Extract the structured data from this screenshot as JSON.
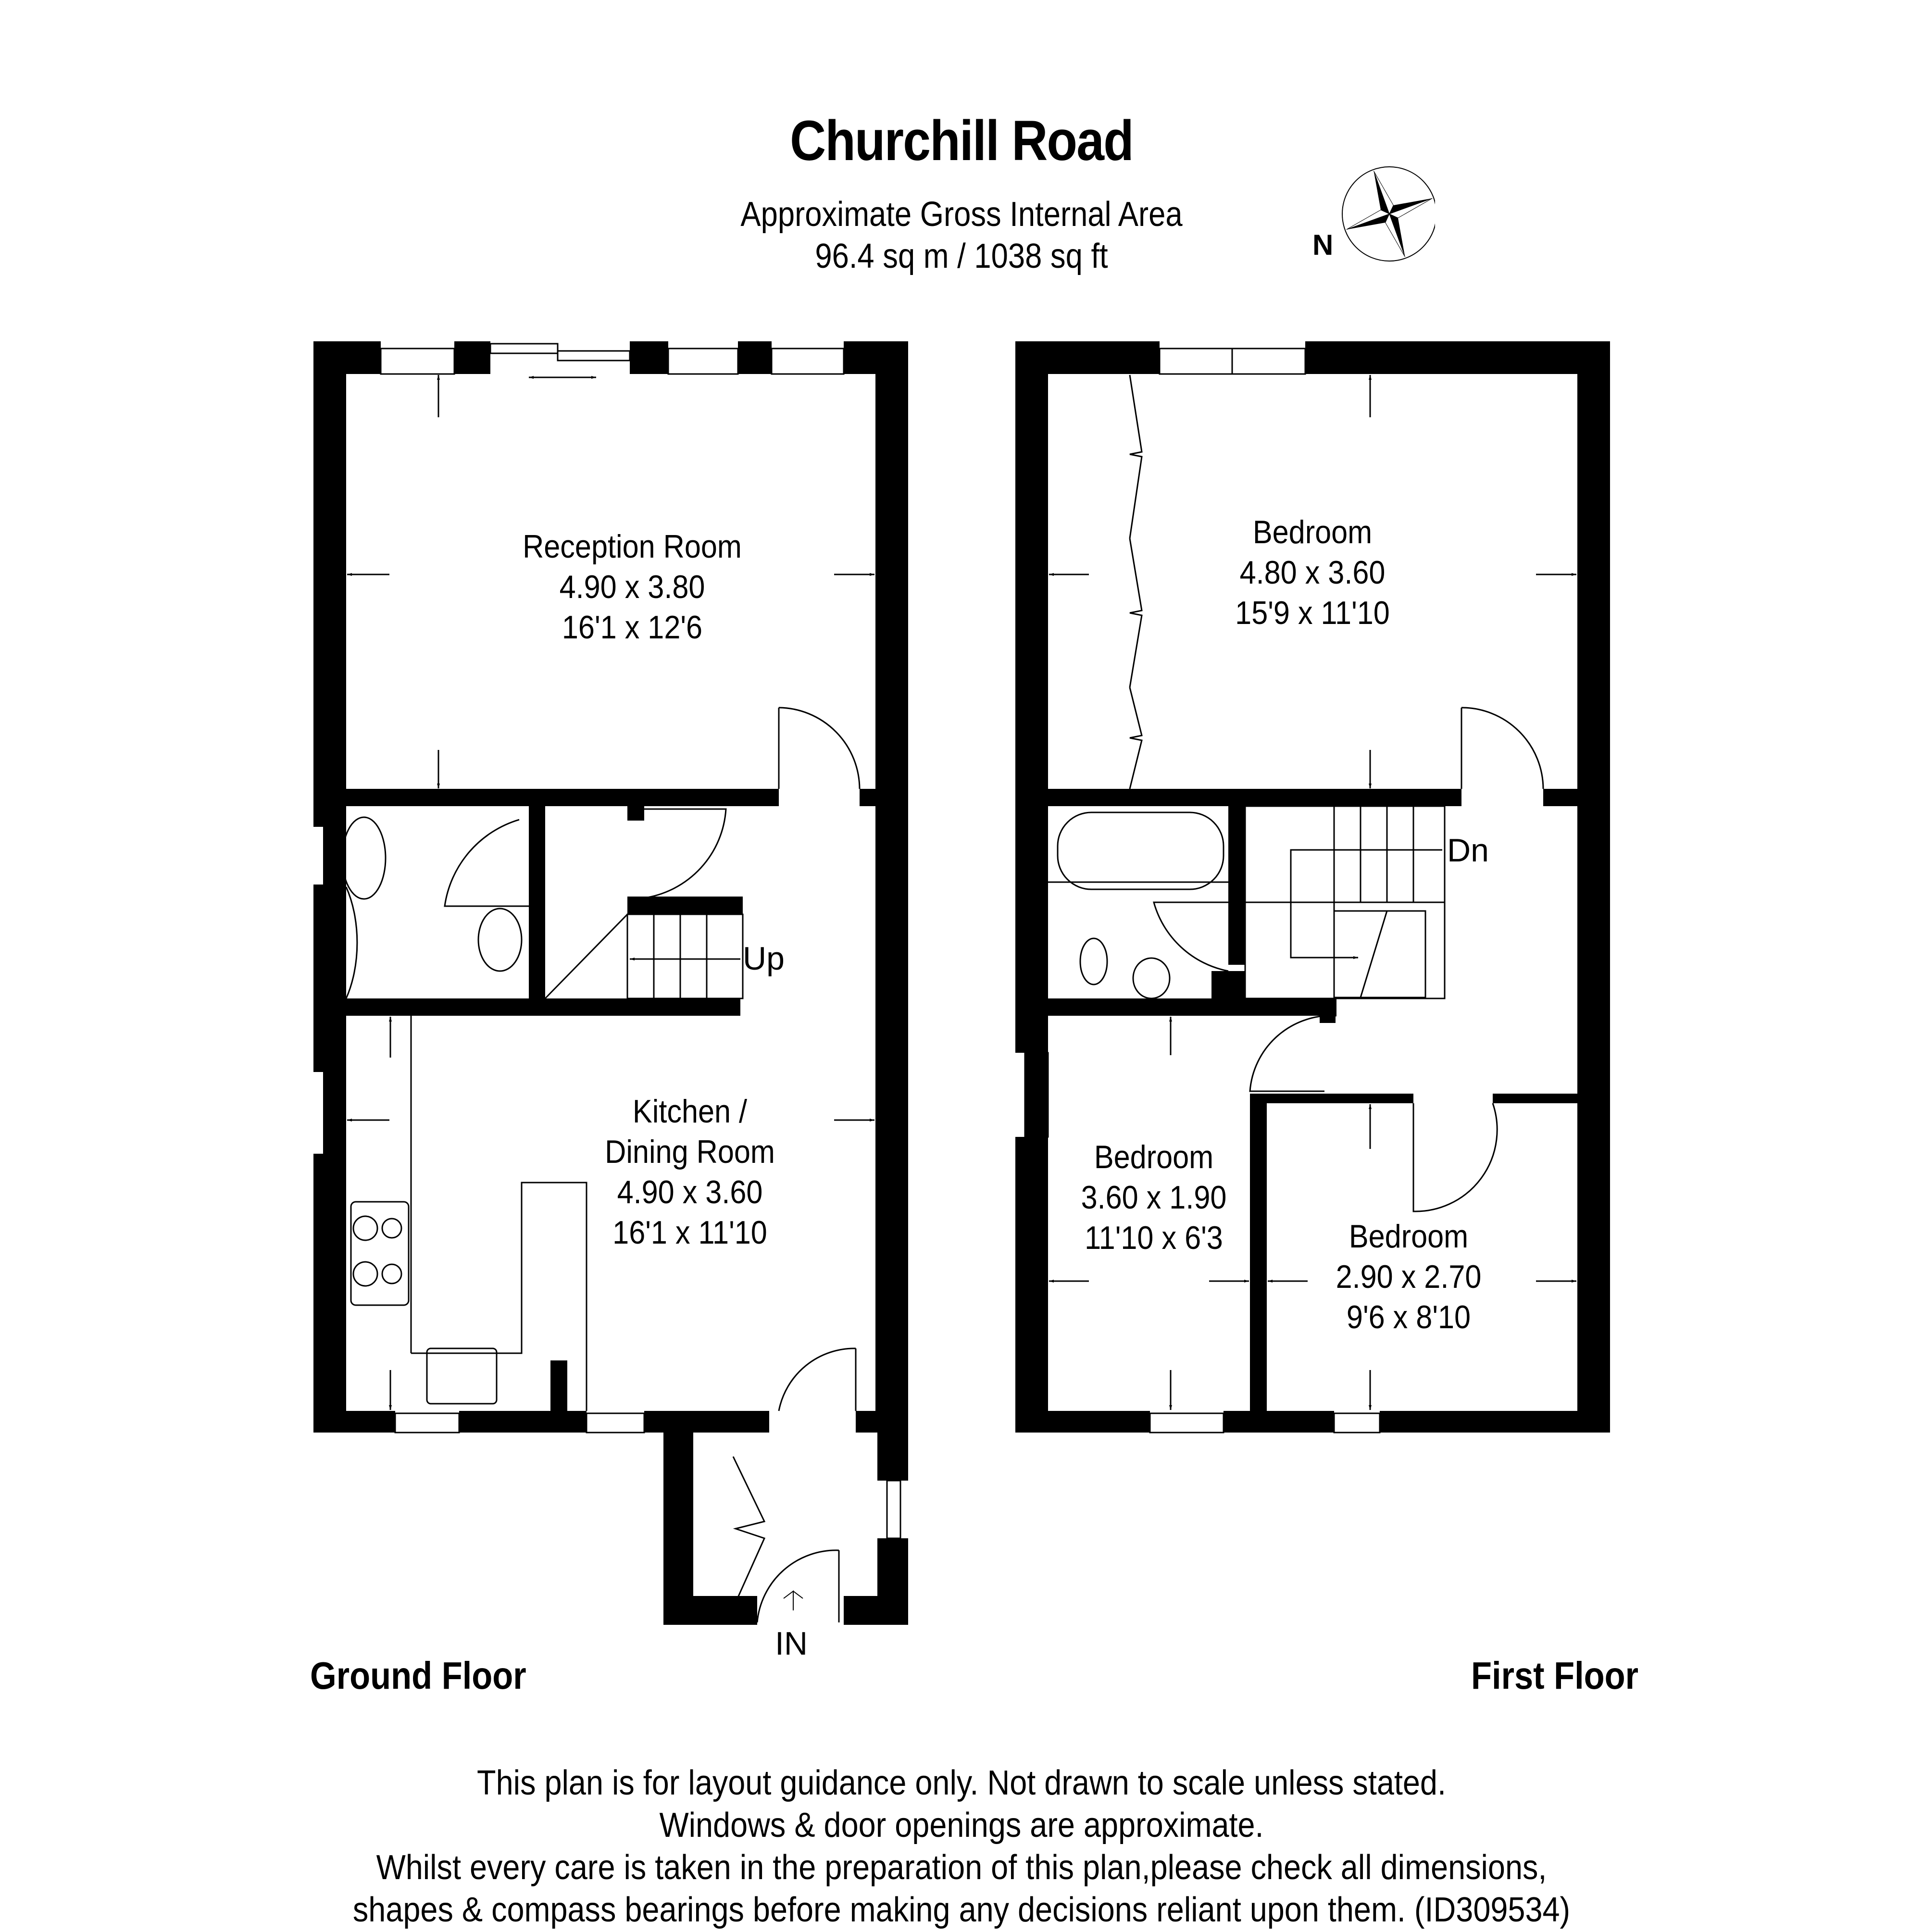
{
  "header": {
    "title": "Churchill Road",
    "area_label": "Approximate Gross Internal Area",
    "area_value": "96.4 sq m / 1038 sq ft",
    "compass_label": "N"
  },
  "floors": [
    {
      "name": "Ground Floor",
      "rooms": [
        {
          "name": "Reception Room",
          "metric": "4.90 x 3.80",
          "imperial": "16'1 x 12'6"
        },
        {
          "name": "Kitchen /",
          "name2": "Dining Room",
          "metric": "4.90 x 3.60",
          "imperial": "16'1 x 11'10"
        }
      ],
      "markers": {
        "stairs": "Up",
        "entrance": "IN"
      }
    },
    {
      "name": "First Floor",
      "rooms": [
        {
          "name": "Bedroom",
          "metric": "4.80 x 3.60",
          "imperial": "15'9 x 11'10"
        },
        {
          "name": "Bedroom",
          "metric": "3.60 x 1.90",
          "imperial": "11'10 x 6'3"
        },
        {
          "name": "Bedroom",
          "metric": "2.90 x 2.70",
          "imperial": "9'6 x 8'10"
        }
      ],
      "markers": {
        "stairs": "Dn"
      }
    }
  ],
  "disclaimer": {
    "line1": "This plan is for layout guidance only. Not drawn to scale unless stated.",
    "line2": "Windows & door openings are approximate.",
    "line3": "Whilst every care is taken in the preparation of this plan,please check all dimensions,",
    "line4": "shapes & compass bearings before making any decisions reliant upon them. (ID309534)"
  },
  "colors": {
    "wall": "#000000",
    "background": "#ffffff",
    "line": "#000000"
  }
}
